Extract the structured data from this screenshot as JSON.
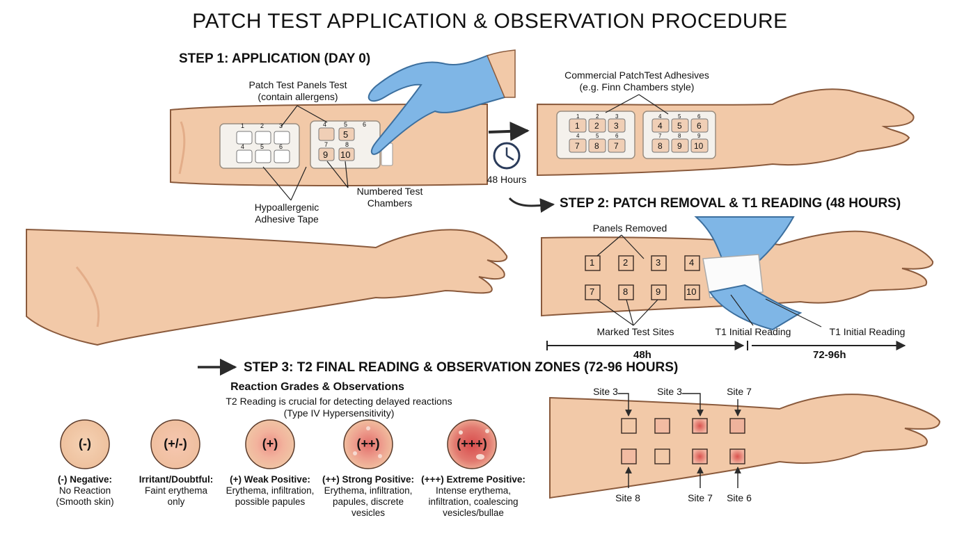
{
  "title": "PATCH TEST APPLICATION & OBSERVATION PROCEDURE",
  "step1": {
    "heading": "STEP 1: APPLICATION (DAY 0)",
    "panels_label_1": "Patch Test Panels Test",
    "panels_label_2": "(contain allergens)",
    "tape_label_1": "Hypoallergenic",
    "tape_label_2": "Adhesive Tape",
    "chambers_label_1": "Numbered Test",
    "chambers_label_2": "Chambers",
    "commercial_label_1": "Commercial PatchTest Adhesives",
    "commercial_label_2": "(e.g. Finn Chambers style)",
    "left_panel_numbers": [
      "1",
      "2",
      "3",
      "4",
      "5",
      "6"
    ],
    "right_panel_small_numbers": [
      "4",
      "5",
      "6",
      "7",
      "8"
    ],
    "right_panel_chambers": [
      "5",
      "9",
      "10"
    ],
    "applied_left": [
      "1",
      "2",
      "3",
      "7",
      "8",
      "7"
    ],
    "applied_left_small": [
      "1",
      "2",
      "3",
      "4",
      "5",
      "6"
    ],
    "applied_right": [
      "4",
      "5",
      "6",
      "8",
      "9",
      "10"
    ],
    "applied_right_small": [
      "4",
      "5",
      "6",
      "7",
      "8",
      "9"
    ]
  },
  "timer": {
    "label": "48 Hours"
  },
  "step2": {
    "heading": "STEP 2: PATCH REMOVAL & T1 READING (48 HOURS)",
    "panels_removed": "Panels Removed",
    "marked_sites": "Marked Test Sites",
    "t1_reading_a": "T1 Initial Reading",
    "t1_reading_b": "T1 Initial Reading",
    "sites_row1": [
      "1",
      "2",
      "3",
      "4"
    ],
    "sites_row2": [
      "7",
      "8",
      "9",
      "10"
    ],
    "timeline_48": "48h",
    "timeline_7296": "72-96h"
  },
  "step3": {
    "heading": "STEP 3: T2 FINAL READING & OBSERVATION ZONES (72-96 HOURS)",
    "reaction_title": "Reaction Grades & Observations",
    "reaction_sub_1": "T2 Reading is crucial for detecting delayed reactions",
    "reaction_sub_2": "(Type IV Hypersensitivity)",
    "grades": [
      {
        "symbol": "(-)",
        "title": "(-) Negative:",
        "desc1": "No Reaction",
        "desc2": "(Smooth skin)",
        "desc3": ""
      },
      {
        "symbol": "(+/-)",
        "title": "Irritant/Doubtful:",
        "desc1": "Faint erythema",
        "desc2": "only",
        "desc3": ""
      },
      {
        "symbol": "(+)",
        "title": "(+) Weak Positive:",
        "desc1": "Erythema, infiltration,",
        "desc2": "possible papules",
        "desc3": ""
      },
      {
        "symbol": "(++)",
        "title": "(++) Strong Positive:",
        "desc1": "Erythema, infiltration,",
        "desc2": "papules, discrete",
        "desc3": "vesicles"
      },
      {
        "symbol": "(+++)",
        "title": "(+++) Extreme Positive:",
        "desc1": "Intense erythema,",
        "desc2": "infiltration, coalescing",
        "desc3": "vesicles/bullae"
      }
    ],
    "site_labels_top": [
      "Site 3",
      "Site 3",
      "Site 7"
    ],
    "site_labels_bottom": [
      "Site 8",
      "Site 7",
      "Site 6"
    ]
  },
  "colors": {
    "skin": "#f2c9a8",
    "skin_shadow": "#e3ad89",
    "skin_outline": "#8a5a3c",
    "glove": "#7fb6e6",
    "glove_dark": "#4f8fcb",
    "patch": "#f4f1ec",
    "chamber": "#f0cfb6",
    "redness": "#e56b6b",
    "arrow": "#2b2b2b"
  }
}
